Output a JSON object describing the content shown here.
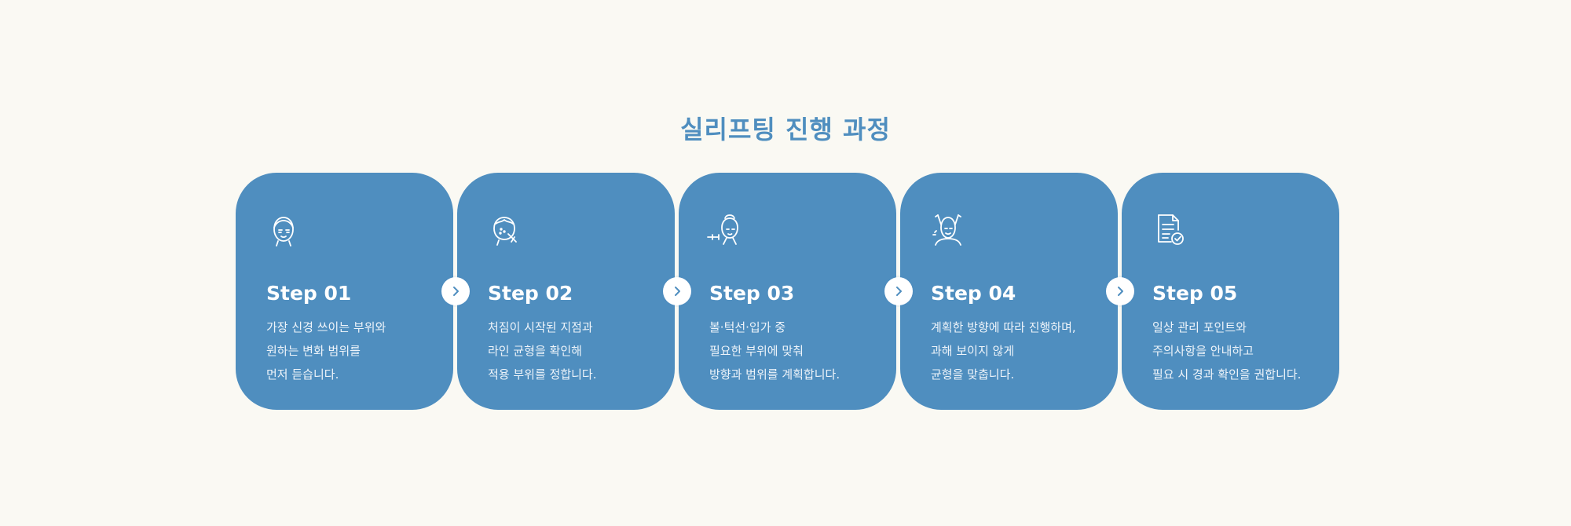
{
  "title": "실리프팅 진행 과정",
  "colors": {
    "accent": "#4f8ebf",
    "background": "#faf9f3",
    "card_text": "#ffffff"
  },
  "steps": [
    {
      "title": "Step 01",
      "icon": "face-icon",
      "lines": [
        "가장 신경 쓰이는 부위와",
        "원하는 변화 범위를",
        "먼저 듣습니다."
      ]
    },
    {
      "title": "Step 02",
      "icon": "face-analysis-icon",
      "lines": [
        "처짐이 시작된 지점과",
        "라인 균형을 확인해",
        "적용 부위를 정합니다."
      ]
    },
    {
      "title": "Step 03",
      "icon": "face-injection-icon",
      "lines": [
        "볼·턱선·입가 중",
        "필요한 부위에 맞춰",
        "방향과 범위를 계획합니다."
      ]
    },
    {
      "title": "Step 04",
      "icon": "face-lifting-icon",
      "lines": [
        "계획한 방향에 따라 진행하며,",
        "과해 보이지 않게",
        "균형을 맞춥니다."
      ]
    },
    {
      "title": "Step 05",
      "icon": "checklist-icon",
      "lines": [
        "일상 관리 포인트와",
        "주의사항을 안내하고",
        "필요 시 경과 확인을 권합니다."
      ]
    }
  ],
  "arrow_icon": "chevron-right-icon"
}
